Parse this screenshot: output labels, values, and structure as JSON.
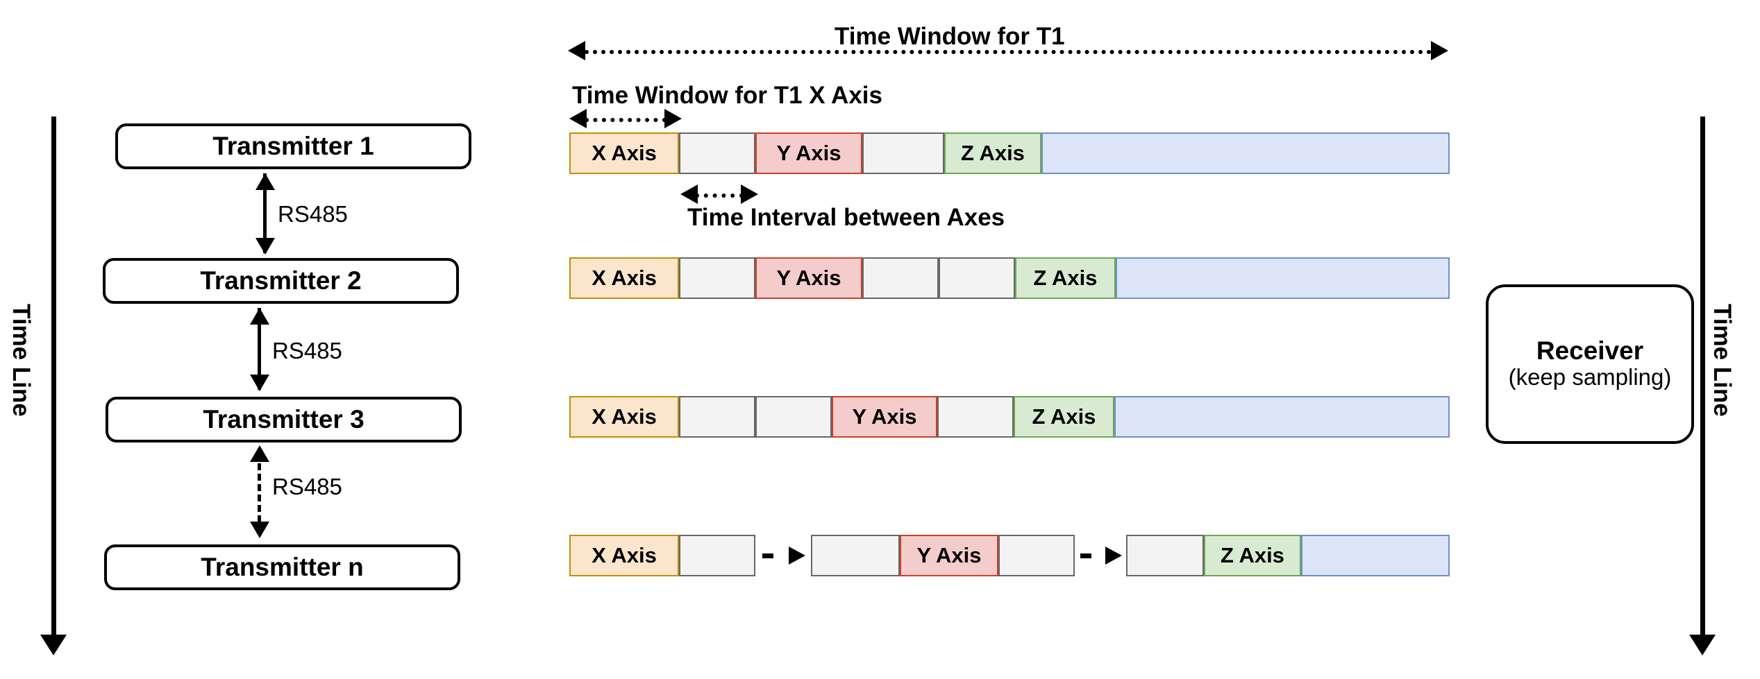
{
  "diagram": {
    "left_timeline": {
      "label": "Time Line"
    },
    "right_timeline": {
      "label": "Time Line"
    },
    "transmitters": [
      {
        "name": "Transmitter 1"
      },
      {
        "name": "Transmitter 2"
      },
      {
        "name": "Transmitter 3"
      },
      {
        "name": "Transmitter n"
      }
    ],
    "links": [
      {
        "label": "RS485",
        "style": "solid"
      },
      {
        "label": "RS485",
        "style": "solid"
      },
      {
        "label": "RS485",
        "style": "dashed"
      }
    ],
    "receiver": {
      "title": "Receiver",
      "subtitle": "(keep sampling)"
    },
    "annotations": {
      "time_window_t1": "Time Window for T1",
      "time_window_t1_x_axis": "Time Window for T1 X Axis",
      "time_interval_between_axes": "Time Interval between Axes"
    },
    "slot_labels": {
      "x": "X Axis",
      "y": "Y Axis",
      "z": "Z Axis",
      "gap": "",
      "idle": ""
    },
    "colors": {
      "x_fill": "#fce5cd",
      "x_border": "#bf9000",
      "y_fill": "#f4cccc",
      "y_border": "#cc4125",
      "z_fill": "#d9ead3",
      "z_border": "#6aa84f",
      "gap_fill": "#f3f3f3",
      "gap_border": "#666666",
      "idle_fill": "#dbe5f7",
      "idle_border": "#6d8fc9",
      "stroke": "#000000"
    },
    "rows": [
      {
        "row_name": "transmitter-1-slots",
        "slots": [
          {
            "kind": "x",
            "label": "X Axis"
          },
          {
            "kind": "gap",
            "label": ""
          },
          {
            "kind": "y",
            "label": "Y Axis"
          },
          {
            "kind": "gap",
            "label": ""
          },
          {
            "kind": "z",
            "label": "Z Axis"
          },
          {
            "kind": "idle",
            "label": ""
          }
        ]
      },
      {
        "row_name": "transmitter-2-slots",
        "slots": [
          {
            "kind": "x",
            "label": "X Axis"
          },
          {
            "kind": "gap",
            "label": ""
          },
          {
            "kind": "y",
            "label": "Y Axis"
          },
          {
            "kind": "gap",
            "label": ""
          },
          {
            "kind": "gap",
            "label": ""
          },
          {
            "kind": "z",
            "label": "Z Axis"
          },
          {
            "kind": "idle",
            "label": ""
          }
        ]
      },
      {
        "row_name": "transmitter-3-slots",
        "slots": [
          {
            "kind": "x",
            "label": "X Axis"
          },
          {
            "kind": "gap",
            "label": ""
          },
          {
            "kind": "gap",
            "label": ""
          },
          {
            "kind": "y",
            "label": "Y Axis"
          },
          {
            "kind": "gap",
            "label": ""
          },
          {
            "kind": "z",
            "label": "Z Axis"
          },
          {
            "kind": "idle",
            "label": ""
          }
        ]
      },
      {
        "row_name": "transmitter-n-slots",
        "slots": [
          {
            "kind": "x",
            "label": "X Axis"
          },
          {
            "kind": "gap",
            "label": ""
          },
          {
            "kind": "gap",
            "label": ""
          },
          {
            "kind": "y",
            "label": "Y Axis"
          },
          {
            "kind": "gap",
            "label": ""
          },
          {
            "kind": "gap",
            "label": ""
          },
          {
            "kind": "z",
            "label": "Z Axis"
          },
          {
            "kind": "idle",
            "label": ""
          }
        ]
      }
    ]
  }
}
